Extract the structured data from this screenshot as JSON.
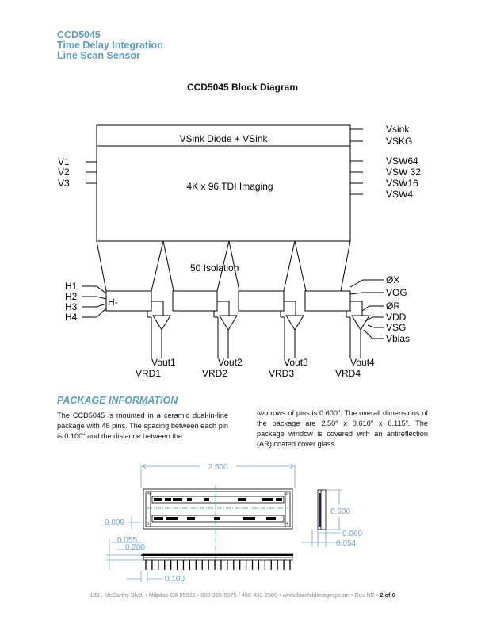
{
  "header": {
    "product": "CCD5045",
    "line1": "Time Delay Integration",
    "line2": "Line Scan Sensor"
  },
  "diagram": {
    "title": "CCD5045 Block Diagram",
    "sink_label": "VSink Diode + VSink",
    "imaging_label": "4K x 96 TDI Imaging",
    "isolation_label": "50 Isolation",
    "h_label": "H-",
    "left_pins_top": [
      "V1",
      "V2",
      "V3"
    ],
    "left_pins_bottom": [
      "H1",
      "H2",
      "H3",
      "H4"
    ],
    "right_pins_top": [
      "Vsink",
      "VSKG"
    ],
    "right_pins_mid": [
      "VSW64",
      "VSW 32",
      "VSW16",
      "VSW4"
    ],
    "right_pins_bottom": [
      "ØX",
      "VOG",
      "ØR",
      "VDD",
      "VSG",
      "Vbias"
    ],
    "outputs": [
      "Vout1",
      "Vout2",
      "Vout3",
      "Vout4"
    ],
    "drains": [
      "VRD1",
      "VRD2",
      "VRD3",
      "VRD4"
    ]
  },
  "package": {
    "heading": "PACKAGE INFORMATION",
    "para_left": "The CCD5045 is mounted in a ceramic dual-in-line package with 48 pins.  The spacing between each pin is 0.100\" and the distance between the",
    "para_right": "two rows of pins is 0.600\".  The overall dimensions of the package are 2.50\" x 0.610\" x 0.115\".  The package window is covered with an antireflection (AR) coated cover glass.",
    "dims": {
      "length": "2.500",
      "width": "0.600",
      "offset": "0.009",
      "d055": "0.055",
      "d200": "0.200",
      "pitch": "0.100",
      "d060": "0.060",
      "d054": "0.054"
    },
    "pin_labels": [
      "48",
      "25",
      "1",
      "24"
    ]
  },
  "footer": {
    "text": "1801 McCarthy Blvd. • Milpitas CA 95035 • 800-325-6975 / 408-433-2500 • www.fairchildimaging.com • Rev NR • ",
    "page": "2 of 6"
  },
  "colors": {
    "heading_blue": "#5b9bc8",
    "dimension_blue": "#6fa3d1",
    "teal_centerline": "#2a9a8a"
  }
}
